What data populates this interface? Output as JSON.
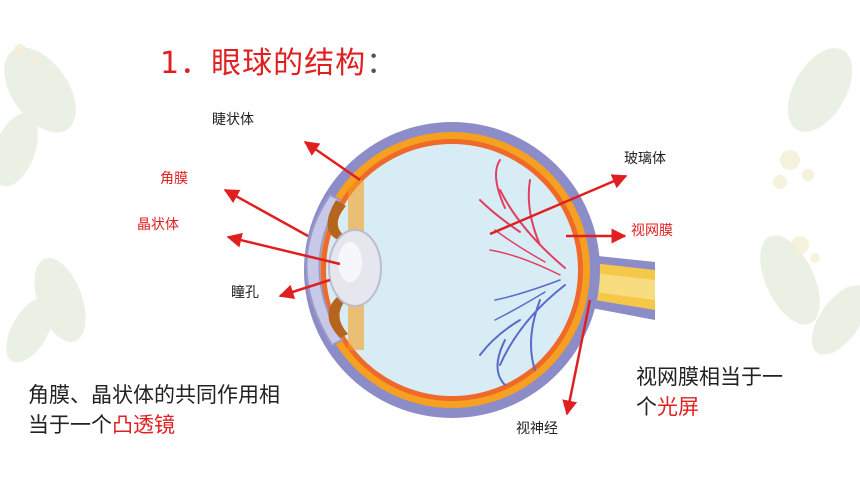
{
  "slide": {
    "title": "1．眼球的结构",
    "title_colon": "：",
    "labels": {
      "ciliary_body": "睫状体",
      "cornea": "角膜",
      "lens": "晶状体",
      "pupil": "瞳孔",
      "vitreous": "玻璃体",
      "retina": "视网膜",
      "optic_nerve": "视神经"
    },
    "caption_left": {
      "line1": "角膜、晶状体的共同作用相",
      "line2_prefix": "当于一个",
      "line2_highlight": "凸透镜"
    },
    "caption_right": {
      "line1": "视网膜相当于一",
      "line2_prefix": "个",
      "line2_highlight": "光屏"
    },
    "colors": {
      "accent_red": "#e02020",
      "text": "#222222",
      "sclera": "#8c8cc8",
      "choroid": "#f5a020",
      "vitreous_fill": "#d8ecf6"
    }
  }
}
